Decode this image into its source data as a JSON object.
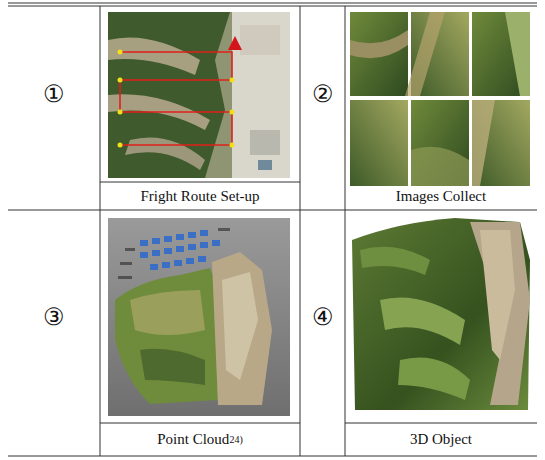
{
  "diagram": {
    "labels": [
      "①",
      "Fright Route Set-up",
      "②",
      "Images Collect",
      "③",
      "Point Cloud",
      "24)",
      "④",
      "3D Object"
    ]
  }
}
